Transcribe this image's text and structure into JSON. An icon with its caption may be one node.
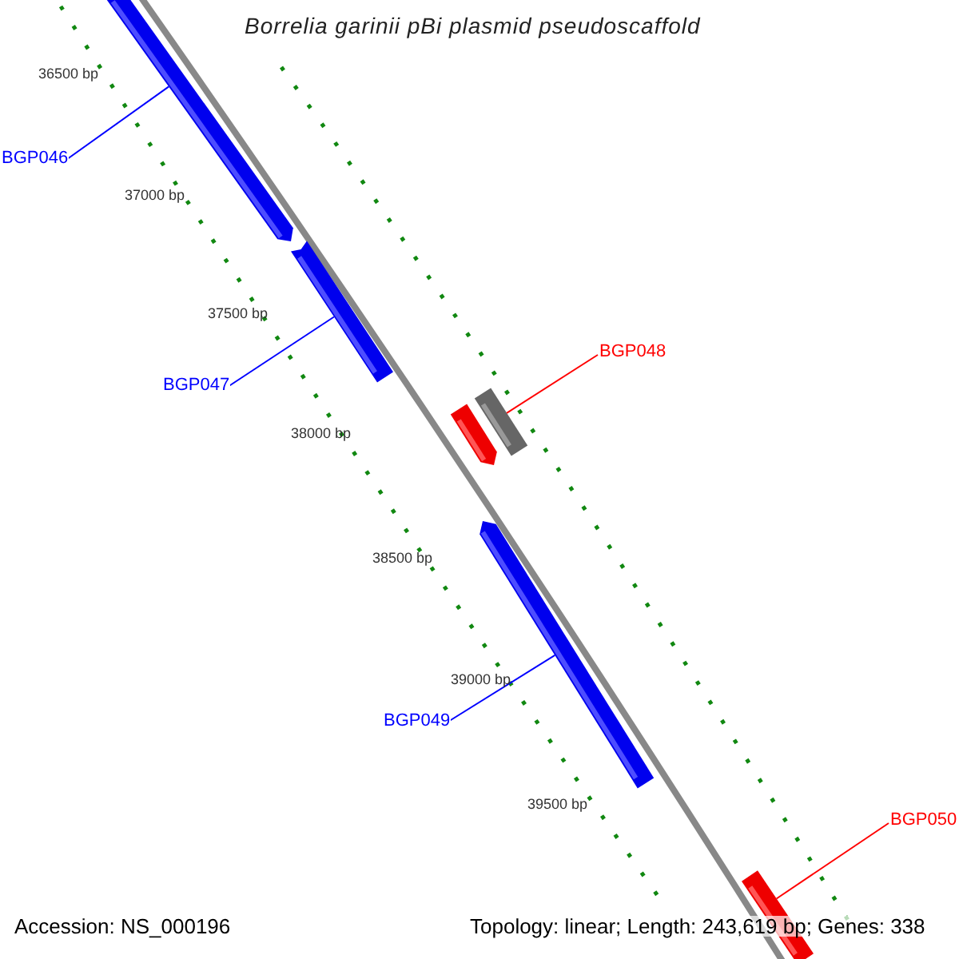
{
  "diagram": {
    "title": "Borrelia garinii pBi plasmid pseudoscaffold",
    "nodes": [
      {
        "text": [
          "BGP046"
        ]
      },
      {
        "text": [],
        "shape": "bar"
      },
      {
        "text": [
          "BGP047"
        ]
      },
      {
        "text": [],
        "shape": "bar"
      },
      {
        "text": [
          "BGP048"
        ]
      },
      {
        "text": [],
        "shape": "bar"
      },
      {
        "text": [],
        "shape": "bar"
      },
      {
        "text": [
          "BGP049"
        ]
      },
      {
        "text": [],
        "shape": "bar"
      },
      {
        "text": [
          "BGP050"
        ]
      },
      {
        "text": [],
        "shape": "bar"
      }
    ],
    "edges": [
      {
        "from": 0,
        "to": 1,
        "arrow": "none",
        "color": "#0000ff"
      },
      {
        "from": 2,
        "to": 3,
        "arrow": "none",
        "color": "#0000ff"
      },
      {
        "from": 4,
        "to": 6,
        "arrow": "none",
        "color": "#ff0000"
      },
      {
        "from": 7,
        "to": 8,
        "arrow": "none",
        "color": "#0000ff"
      },
      {
        "from": 9,
        "to": 10,
        "arrow": "none",
        "color": "#ff0000"
      }
    ],
    "labels": [
      "36500 bp",
      "37000 bp",
      "37500 bp",
      "38000 bp",
      "38500 bp",
      "39000 bp",
      "39500 bp",
      "Accession: NS_000196",
      "Topology: linear; Length: 243,619 bp; Genes: 338"
    ]
  }
}
